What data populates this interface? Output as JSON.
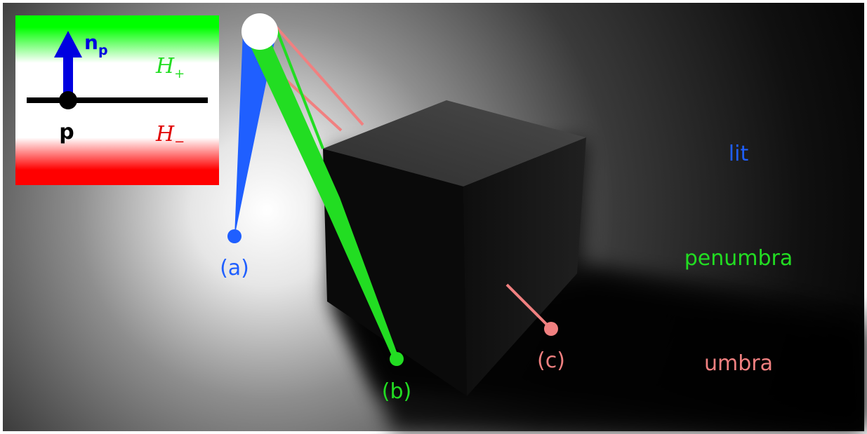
{
  "inset": {
    "normal_label": "n",
    "normal_subscript": "p",
    "point_label": "p",
    "upper_halfspace": {
      "symbol": "H",
      "subscript": "+"
    },
    "lower_halfspace": {
      "symbol": "H",
      "subscript": "−"
    }
  },
  "samples": {
    "a": "(a)",
    "b": "(b)",
    "c": "(c)"
  },
  "legend": {
    "lit": "lit",
    "penumbra": "penumbra",
    "umbra": "umbra"
  },
  "colors": {
    "lit": "#1f5fff",
    "penumbra": "#22dd22",
    "umbra": "#f08080",
    "normal_arrow": "#0000e0",
    "halfspace_plus": "#00ff00",
    "halfspace_minus": "#ff0000"
  }
}
